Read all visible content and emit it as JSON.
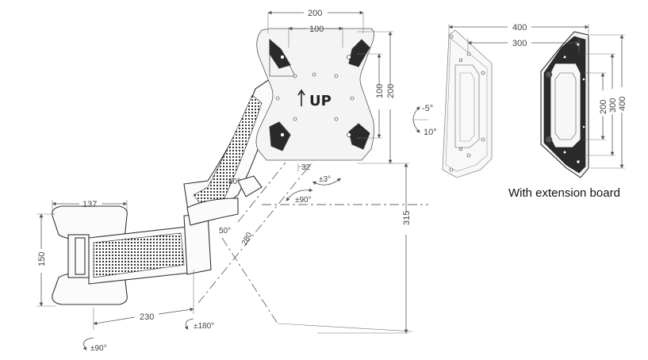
{
  "top_plate": {
    "width_outer": "200",
    "width_inner": "100",
    "height_inner": "100",
    "height_outer": "200",
    "up_label": "UP"
  },
  "tilt": {
    "up": "-5°",
    "down": "10°",
    "small_tilt": "±3°",
    "offset": "32"
  },
  "arm": {
    "angle_upper": "50°",
    "angle_lower": "50°",
    "swivel_mid": "±90°",
    "length_diag": "280",
    "height_total": "315",
    "rotation_base": "±180°",
    "depth": "230"
  },
  "wall_plate": {
    "width": "137",
    "height": "150",
    "swivel": "±90°"
  },
  "extension_board": {
    "width_400": "400",
    "width_300": "300",
    "height_200": "200",
    "height_300": "300",
    "height_400": "400",
    "caption": "With extension board"
  }
}
